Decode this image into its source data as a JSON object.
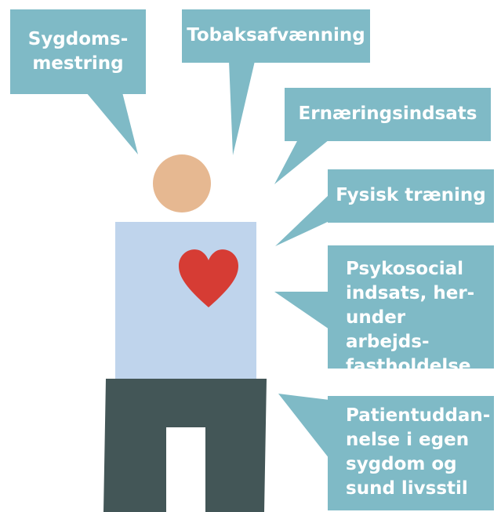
{
  "colors": {
    "bubble": "#7fbac6",
    "head": "#e6b891",
    "torso": "#bfd4ec",
    "legs": "#435657",
    "heart": "#d63c34",
    "text": "#ffffff"
  },
  "bubbles": [
    {
      "id": "disease-management",
      "label": "Sygdoms-\nmestring"
    },
    {
      "id": "smoking-cessation",
      "label": "Tobaksafvænning"
    },
    {
      "id": "nutrition",
      "label": "Ernæringsindsats"
    },
    {
      "id": "physical-training",
      "label": "Fysisk træning"
    },
    {
      "id": "psychosocial",
      "label": "Psykosocial\nindsats, her-\nunder arbejds-\nfastholdelse"
    },
    {
      "id": "patient-education",
      "label": "Patientuddan-\nnelse i egen\nsygdom og\nsund livsstil"
    }
  ],
  "figure": {
    "icons": [
      "person-icon",
      "heart-icon"
    ]
  }
}
